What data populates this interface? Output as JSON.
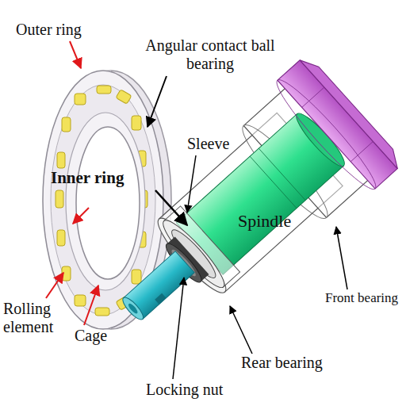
{
  "diagram": {
    "labels": [
      "Outer ring",
      "Angular contact ball bearing",
      "Inner ring",
      "Rolling element",
      "Cage",
      "Sleeve",
      "Spindle",
      "Front bearing",
      "Rear bearing",
      "Locking nut"
    ]
  }
}
